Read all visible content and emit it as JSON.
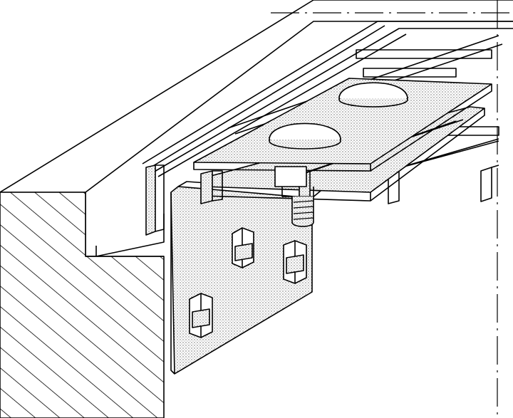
{
  "figure": {
    "subject": "grating-clip-assembly",
    "colors": {
      "line": "#000000",
      "background": "#ffffff",
      "stipple": "#555555"
    },
    "bolts": [
      {
        "name": "bolt-upper-left"
      },
      {
        "name": "bolt-upper-right"
      },
      {
        "name": "bolt-lower"
      }
    ],
    "domes": [
      {
        "name": "dome-rear"
      },
      {
        "name": "dome-front"
      }
    ]
  }
}
